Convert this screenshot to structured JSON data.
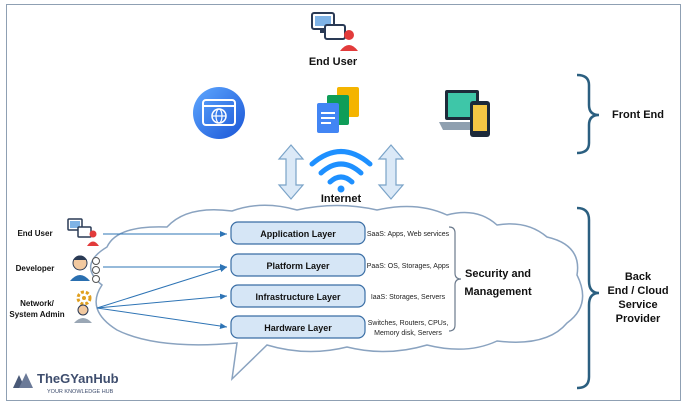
{
  "top": {
    "end_user_label": "End User",
    "internet_label": "Internet"
  },
  "brackets": {
    "front_end_label": "Front End",
    "back_end_lines": [
      "Back",
      "End / Cloud",
      "Service",
      "Provider"
    ]
  },
  "actors": [
    {
      "label_lines": [
        "End User"
      ],
      "icon": "user-computer-icon"
    },
    {
      "label_lines": [
        "Developer"
      ],
      "icon": "developer-icon"
    },
    {
      "label_lines": [
        "Network/",
        "System Admin"
      ],
      "icon": "admin-gear-icon"
    }
  ],
  "layers": [
    {
      "name": "Application Layer",
      "desc_lines": [
        "SaaS: Apps, Web services"
      ]
    },
    {
      "name": "Platform Layer",
      "desc_lines": [
        "PaaS: OS, Storages, Apps"
      ]
    },
    {
      "name": "Infrastructure Layer",
      "desc_lines": [
        "IaaS:  Storages, Servers"
      ]
    },
    {
      "name": "Hardware Layer",
      "desc_lines": [
        "Switches, Routers, CPUs,",
        "Memory disk, Servers"
      ]
    }
  ],
  "security_lines": [
    "Security and",
    "Management"
  ],
  "brand": {
    "name": "TheGYanHub",
    "tagline": "YOUR KNOWLEDGE HUB"
  },
  "colors": {
    "bracket": "#2b5f80",
    "arrow": "#2e74b5",
    "layer_fill": "#d6e6f6",
    "cloud_stroke": "#8aa3c0",
    "wifi": "#1e90ff"
  }
}
